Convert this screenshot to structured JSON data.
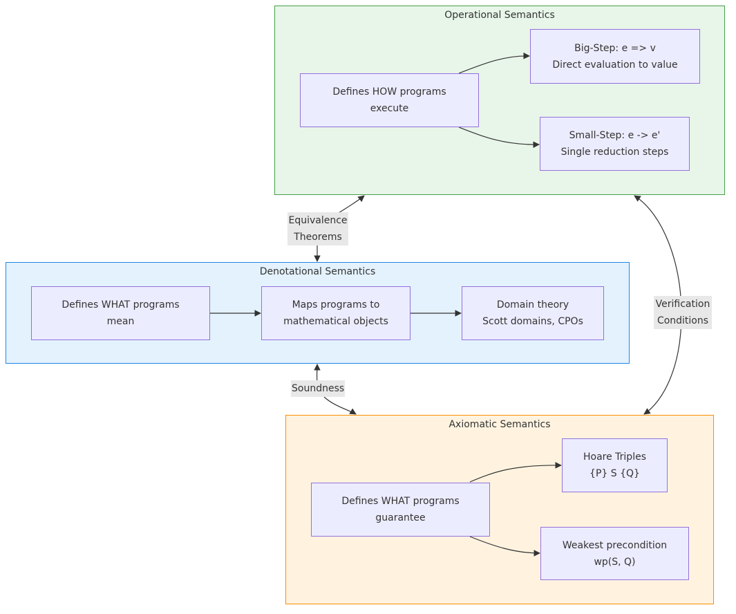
{
  "clusters": {
    "operational": {
      "title": "Operational Semantics",
      "fill": "#E8F5E9",
      "stroke": "#43A047"
    },
    "denotational": {
      "title": "Denotational Semantics",
      "fill": "#E3F2FD",
      "stroke": "#1E88E5"
    },
    "axiomatic": {
      "title": "Axiomatic Semantics",
      "fill": "#FFF3E0",
      "stroke": "#FB8C00"
    }
  },
  "nodes": {
    "op_how": {
      "line1": "Defines HOW programs",
      "line2": "execute"
    },
    "op_big": {
      "line1": "Big-Step: e => v",
      "line2": "Direct evaluation to value"
    },
    "op_small": {
      "line1": "Small-Step: e -> e'",
      "line2": "Single reduction steps"
    },
    "den_what": {
      "line1": "Defines WHAT programs",
      "line2": "mean"
    },
    "den_maps": {
      "line1": "Maps programs to",
      "line2": "mathematical objects"
    },
    "den_domain": {
      "line1": "Domain theory",
      "line2": "Scott domains, CPOs"
    },
    "ax_what": {
      "line1": "Defines WHAT programs",
      "line2": "guarantee"
    },
    "ax_hoare": {
      "line1": "Hoare Triples",
      "line2": "{P} S {Q}"
    },
    "ax_wp": {
      "line1": "Weakest precondition",
      "line2": "wp(S, Q)"
    }
  },
  "edge_labels": {
    "equivalence": {
      "line1": "Equivalence",
      "line2": "Theorems"
    },
    "verification": {
      "line1": "Verification",
      "line2": "Conditions"
    },
    "soundness": {
      "line1": "Soundness"
    }
  },
  "colors": {
    "node_fill": "#ECECFF",
    "node_stroke": "#9370DB",
    "edge": "#333333",
    "edge_label_bg": "#E8E8E8"
  }
}
